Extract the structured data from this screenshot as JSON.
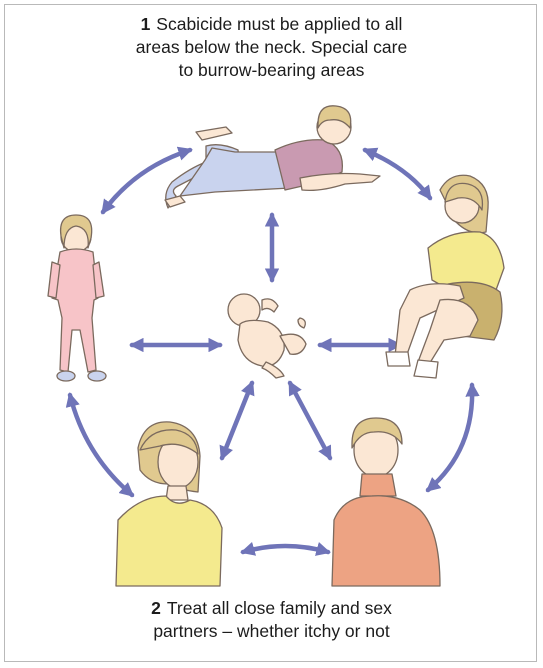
{
  "caption_top": {
    "number": "1",
    "line1": "Scabicide must be applied to all",
    "line2": "areas below the neck. Special care",
    "line3": "to burrow-bearing areas"
  },
  "caption_bottom": {
    "number": "2",
    "line1": "Treat all close family and sex",
    "line2": "partners – whether itchy or not"
  },
  "colors": {
    "arrow": "#6f74b8",
    "skin": "#fbe7d4",
    "outline": "#7b6a5e",
    "hair": "#e0c98f",
    "pyjamas": "#f7c4c8",
    "purple_top": "#c99ab1",
    "blue_trousers": "#c9d3ee",
    "yellow_top": "#f4ea8e",
    "khaki_shorts": "#c9b16e",
    "peach_sweater": "#eda383"
  }
}
